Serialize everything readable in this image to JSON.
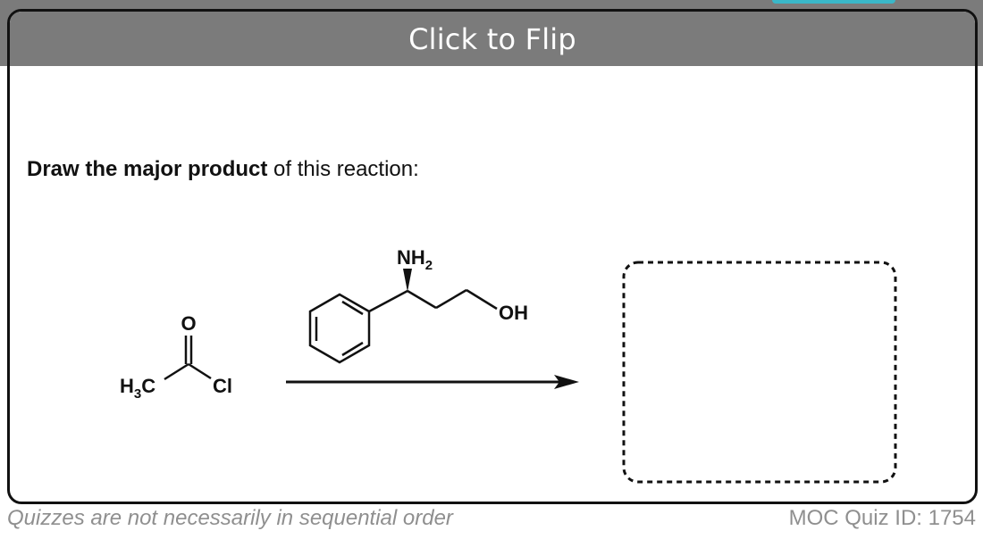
{
  "flip_label": "Click to Flip",
  "question": {
    "bold": "Draw the major product",
    "rest": " of this reaction:"
  },
  "reactant": {
    "oxygen": "O",
    "methyl_H": "H",
    "methyl_sub": "3",
    "methyl_C": "C",
    "chloride": "Cl"
  },
  "reagent": {
    "amine_N": "NH",
    "amine_sub": "2",
    "hydroxyl": "OH"
  },
  "footer": {
    "note": "Quizzes are not necessarily in sequential order",
    "quiz_id": "MOC Quiz ID: 1754"
  },
  "colors": {
    "flip_bar": "#7b7b7b",
    "accent": "#3ab7c8",
    "footer_text": "#8f8f8f"
  }
}
